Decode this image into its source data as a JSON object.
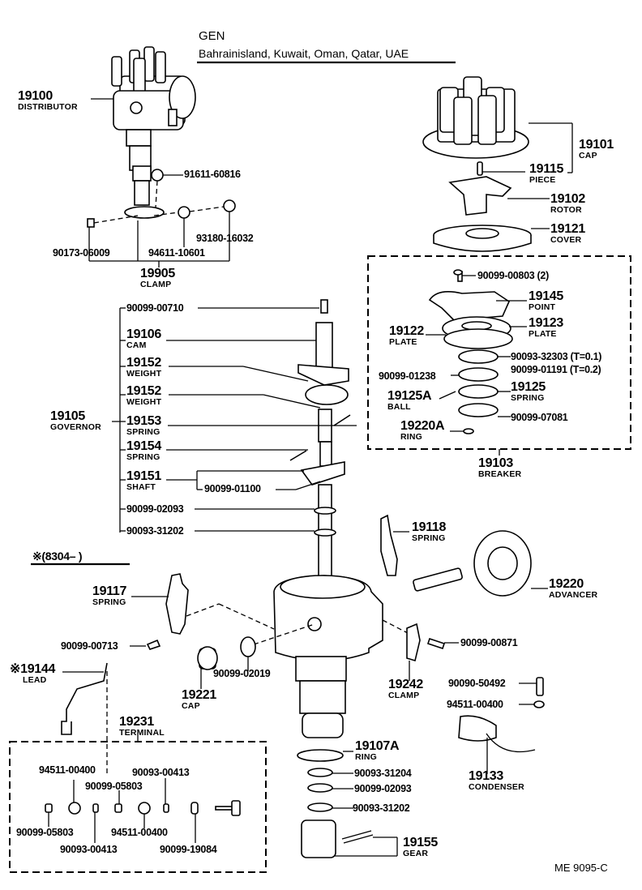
{
  "header": {
    "line1": "GEN",
    "line2": "Bahrainisland, Kuwait, Oman, Qatar, UAE"
  },
  "footer": {
    "code": "ME  9095-C"
  },
  "note": {
    "text": "※(8304–      )"
  },
  "parts": {
    "distributor": {
      "num": "19100",
      "name": "DISTRIBUTOR"
    },
    "bolt_91611": {
      "pn": "91611-60816"
    },
    "clamp_19905": {
      "num": "19905",
      "name": "CLAMP"
    },
    "nut_90173": {
      "pn": "90173-06009"
    },
    "washer_94611": {
      "pn": "94611-10601"
    },
    "spring_93180": {
      "pn": "93180-16032"
    },
    "cap_19101": {
      "num": "19101",
      "name": "CAP"
    },
    "piece_19115": {
      "num": "19115",
      "name": "PIECE"
    },
    "rotor_19102": {
      "num": "19102",
      "name": "ROTOR"
    },
    "cover_19121": {
      "num": "19121",
      "name": "COVER"
    },
    "breaker": {
      "num": "19103",
      "name": "BREAKER",
      "screw": "90099-00803 (2)",
      "point": {
        "num": "19145",
        "name": "POINT"
      },
      "plate_19123": {
        "num": "19123",
        "name": "PLATE"
      },
      "plate_19122": {
        "num": "19122",
        "name": "PLATE"
      },
      "washer_a": "90093-32303 (T=0.1)",
      "washer_b": "90099-01191 (T=0.2)",
      "washer_c": "90099-01238",
      "spring": {
        "num": "19125",
        "name": "SPRING"
      },
      "ball": {
        "num": "19125A",
        "name": "BALL"
      },
      "snap": "90099-07081",
      "ring": {
        "num": "19220A",
        "name": "RING"
      }
    },
    "governor": {
      "num": "19105",
      "name": "GOVERNOR",
      "screw": "90099-00710",
      "cam": {
        "num": "19106",
        "name": "CAM"
      },
      "weight1": {
        "num": "19152",
        "name": "WEIGHT"
      },
      "weight2": {
        "num": "19152",
        "name": "WEIGHT"
      },
      "spring1": {
        "num": "19153",
        "name": "SPRING"
      },
      "spring2": {
        "num": "19154",
        "name": "SPRING"
      },
      "shaft": {
        "num": "19151",
        "name": "SHAFT"
      },
      "pin": "90099-01100",
      "washer1": "90099-02093",
      "washer2": "90093-31202"
    },
    "spring_19118": {
      "num": "19118",
      "name": "SPRING"
    },
    "spring_19117": {
      "num": "19117",
      "name": "SPRING"
    },
    "advancer": {
      "num": "19220",
      "name": "ADVANCER"
    },
    "screw_00713": {
      "pn": "90099-00713"
    },
    "screw_00871": {
      "pn": "90099-00871"
    },
    "lead": {
      "num": "※19144",
      "name": "LEAD"
    },
    "cap_19221": {
      "num": "19221",
      "name": "CAP"
    },
    "oring_02019": {
      "pn": "90099-02019"
    },
    "clamp_19242": {
      "num": "19242",
      "name": "CLAMP"
    },
    "screw_50492": {
      "pn": "90090-50492"
    },
    "washer_00400": {
      "pn": "94511-00400"
    },
    "condenser": {
      "num": "19133",
      "name": "CONDENSER"
    },
    "terminal": {
      "num": "19231",
      "name": "TERMINAL",
      "a": "94511-00400",
      "b": "90099-05803",
      "c": "90093-00413",
      "d": "90099-05803",
      "e": "90093-00413",
      "f": "94511-00400",
      "g": "90099-19084"
    },
    "ring_19107A": {
      "num": "19107A",
      "name": "RING"
    },
    "washer_31204": {
      "pn": "90093-31204"
    },
    "washer_02093b": {
      "pn": "90099-02093"
    },
    "washer_31202b": {
      "pn": "90093-31202"
    },
    "gear": {
      "num": "19155",
      "name": "GEAR"
    }
  }
}
